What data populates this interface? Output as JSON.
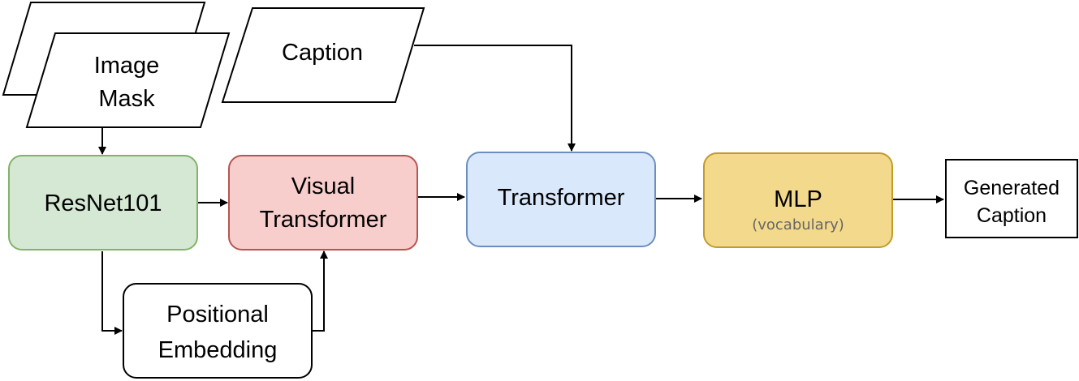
{
  "nodes": {
    "image_mask": {
      "line1": "Image",
      "line2": "Mask"
    },
    "caption": {
      "label": "Caption"
    },
    "resnet": {
      "label": "ResNet101",
      "fill": "#d5e8d4",
      "stroke": "#82b366"
    },
    "visual_transformer": {
      "line1": "Visual",
      "line2": "Transformer",
      "fill": "#f8cecc",
      "stroke": "#b85450"
    },
    "transformer": {
      "label": "Transformer",
      "fill": "#dae8fc",
      "stroke": "#6c8ebf"
    },
    "mlp": {
      "label": "MLP",
      "sublabel": "(vocabulary)",
      "fill": "#f3d98b",
      "stroke": "#c29b2b"
    },
    "generated_caption": {
      "line1": "Generated",
      "line2": "Caption"
    },
    "positional_embedding": {
      "line1": "Positional",
      "line2": "Embedding"
    }
  },
  "colors": {
    "line": "#000000",
    "background": "#ffffff"
  }
}
